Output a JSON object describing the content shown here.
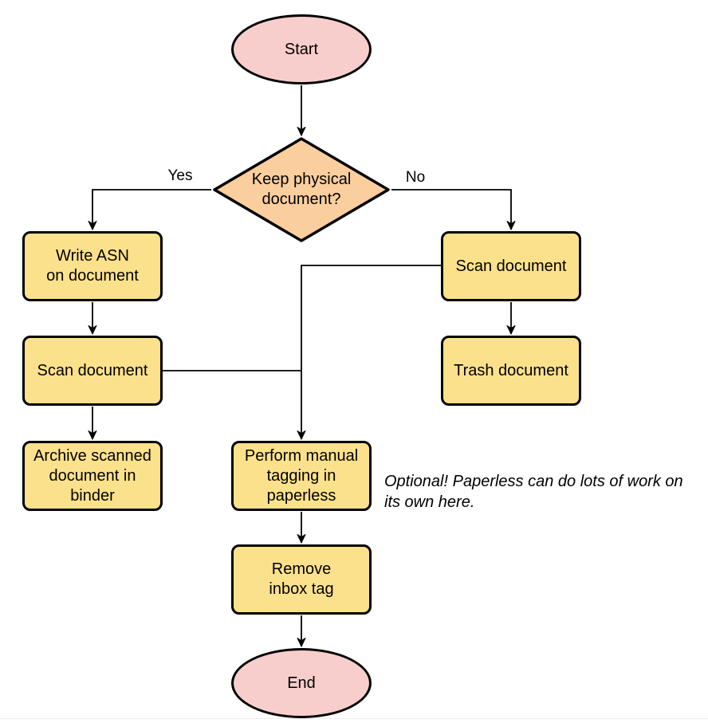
{
  "colors": {
    "pink": "#F8CECC",
    "orange": "#FBCE9E",
    "yellow": "#FCE18C",
    "line": "#000000",
    "pageline": "#efefef"
  },
  "nodes": {
    "start": {
      "label": "Start"
    },
    "decision": {
      "label": "Keep physical\ndocument?"
    },
    "write_asn": {
      "label": "Write ASN\non document"
    },
    "scan_left": {
      "label": "Scan document"
    },
    "archive": {
      "label": "Archive scanned\ndocument in\nbinder"
    },
    "scan_right": {
      "label": "Scan document"
    },
    "trash": {
      "label": "Trash document"
    },
    "perform_tagging": {
      "label": "Perform manual\ntagging in\npaperless"
    },
    "remove_inbox": {
      "label": "Remove\ninbox tag"
    },
    "end": {
      "label": "End"
    }
  },
  "edge_labels": {
    "yes": "Yes",
    "no": "No"
  },
  "note": {
    "text": "Optional! Paperless can do lots of work on\nits own here."
  }
}
